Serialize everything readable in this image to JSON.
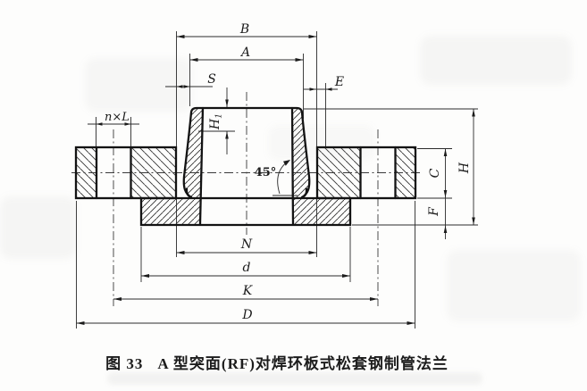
{
  "figure": {
    "caption_prefix": "图 33",
    "caption_title": "A 型突面(RF)对焊环板式松套钢制管法兰"
  },
  "dimension_labels": {
    "B": "B",
    "A": "A",
    "S": "S",
    "E": "E",
    "n_x_L": "n×L",
    "H1_main": "H",
    "H1_sub": "1",
    "angle": "45°",
    "C": "C",
    "F": "F",
    "H": "H",
    "N": "N",
    "d": "d",
    "K": "K",
    "D": "D"
  }
}
